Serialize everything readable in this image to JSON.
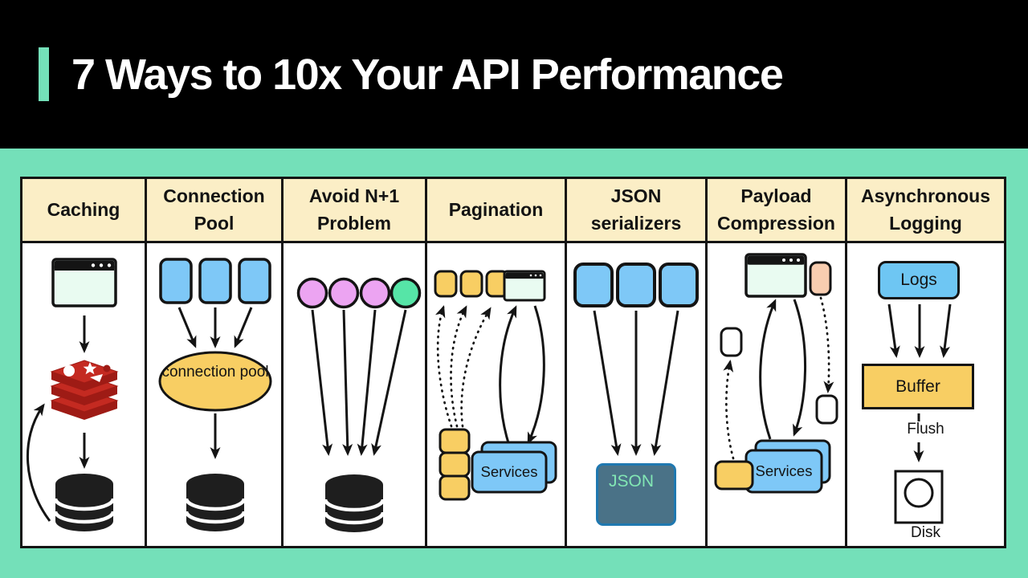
{
  "header": {
    "title": "7 Ways to 10x Your API Performance"
  },
  "columns": [
    {
      "label": "Caching"
    },
    {
      "label": "Connection Pool"
    },
    {
      "label": "Avoid N+1 Problem"
    },
    {
      "label": "Pagination"
    },
    {
      "label": "JSON serializers"
    },
    {
      "label": "Payload Compression"
    },
    {
      "label": "Asynchronous Logging"
    }
  ],
  "diagram": {
    "connection_pool": "connection pool",
    "services": "Services",
    "json": "JSON",
    "logs": "Logs",
    "buffer": "Buffer",
    "flush": "Flush",
    "disk": "Disk"
  },
  "icons": {
    "browser_window": "window frame with three dots",
    "redis_cache": "red stacked cache slabs",
    "database": "black cylinder stack",
    "disk": "square with circle"
  },
  "colors": {
    "teal": "#74E0B9",
    "ink": "#141414",
    "cream": "#FBEEC6",
    "blue": "#7EC8F7",
    "yellow": "#F8CE63",
    "violet": "#ECA4F2",
    "green": "#56E5A7",
    "mint": "#E9FBF1",
    "peach": "#F8CDB0",
    "json_bg": "#4A7287",
    "json_border": "#1F78B0",
    "json_text": "#82E6B4",
    "logs_blue": "#6EC6F3",
    "redis_red": "#C42A21",
    "redis_dark": "#9E1B15"
  }
}
